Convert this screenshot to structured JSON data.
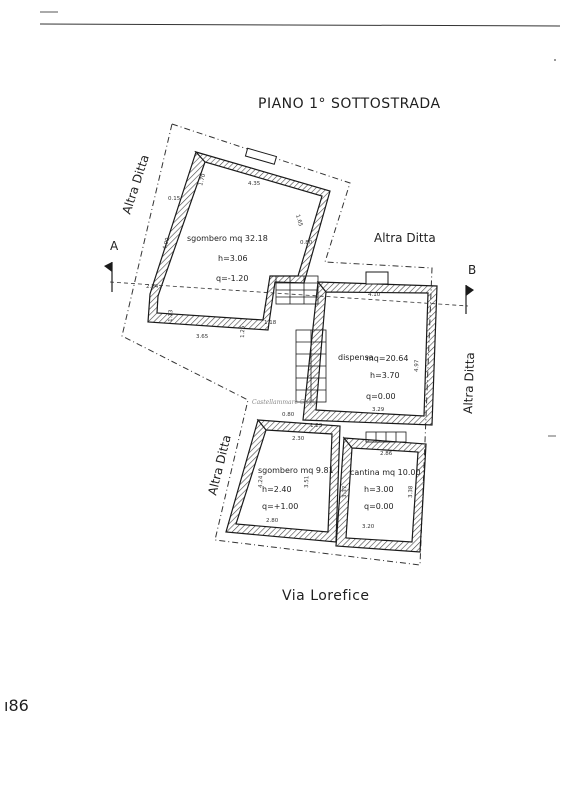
{
  "title": "PIANO 1° SOTTOSTRADA",
  "neighbors": {
    "top_left": "Altra Ditta",
    "top_right": "Altra Ditta",
    "right": "Altra Ditta",
    "bottom_left": "Altra Ditta"
  },
  "section_markers": {
    "left": "A",
    "right": "B"
  },
  "street": "Via Lorefice",
  "page_number": "ı86",
  "watermark": "Castellammare Cuffy",
  "rooms": {
    "sgombero_top": {
      "name": "sgombero mq 32.18",
      "h": "h=3.06",
      "q": "q=-1.20"
    },
    "dispensa": {
      "name": "dispensa",
      "area": "mq=20.64",
      "h": "h=3.70",
      "q": "q=0.00"
    },
    "sgombero_bottom": {
      "name": "sgombero mq 9.81",
      "h": "h=2.40",
      "q": "q=+1.00"
    },
    "cantina": {
      "name": "cantina mq 10.00",
      "h": "h=3.00",
      "q": "q=0.00"
    }
  },
  "dimensions": {
    "d1": "1.70",
    "d2": "4.35",
    "d3": "1.65",
    "d4": "0.15",
    "d5": "4.00",
    "d6": "0.80",
    "d7": "2.84",
    "d8": "1.13",
    "d9": "3.65",
    "d10": "1.26",
    "d11": "1.18",
    "d12": "4.10",
    "d13": "4.97",
    "d14": "3.29",
    "d15": "0.80",
    "d16": "1.23",
    "d17": "2.30",
    "d18": "2.86",
    "d19": "4.24",
    "d20": "3.51",
    "d21": "2.80",
    "d22": "3.37",
    "d23": "3.38",
    "d24": "3.20"
  }
}
